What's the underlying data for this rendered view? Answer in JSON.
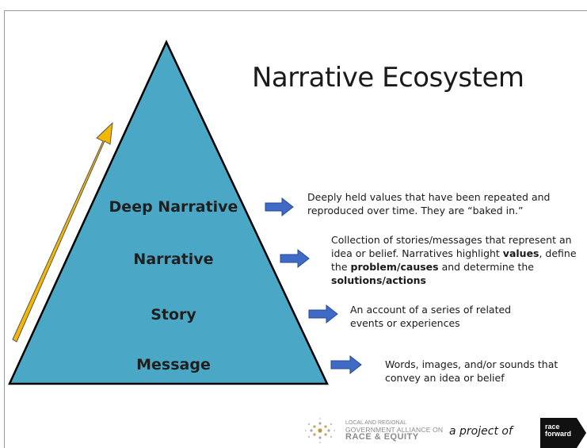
{
  "title": "Narrative Ecosystem",
  "levels": [
    {
      "label": "Deep Narrative"
    },
    {
      "label": "Narrative"
    },
    {
      "label": "Story"
    },
    {
      "label": "Message"
    }
  ],
  "descriptions": {
    "deep_narrative": {
      "line1": "Deeply held values that have been repeated and",
      "line2": "reproduced over time. They are “baked in.”"
    },
    "narrative": {
      "line1": "Collection of stories/messages that represent an",
      "line2_a": "idea or belief. Narratives highlight ",
      "line2_b": "values",
      "line2_c": ", define",
      "line3_a": "the ",
      "line3_b": "problem/causes",
      "line3_c": " and determine the",
      "line4": "solutions/actions"
    },
    "story": {
      "line1": "An account of a series of related",
      "line2": "events or experiences"
    },
    "message": {
      "line1": "Words, images, and/or sounds that",
      "line2": "convey an idea or belief"
    }
  },
  "footer": {
    "gare_line1": "LOCAL AND REGIONAL",
    "gare_line2": "GOVERNMENT ALLIANCE ON",
    "gare_line3": "RACE & EQUITY",
    "project_of": "a project of",
    "race_forward_line1": "race",
    "race_forward_line2": "forward"
  },
  "colors": {
    "pyramid_fill": "#4aa8c6",
    "pyramid_stroke": "#000000",
    "arrow_fill": "#3f6bc6",
    "arrow_stroke": "#2a4a90",
    "up_arrow_fill": "#f5b800",
    "up_arrow_stroke": "#555555",
    "race_forward_bg": "#111111"
  }
}
